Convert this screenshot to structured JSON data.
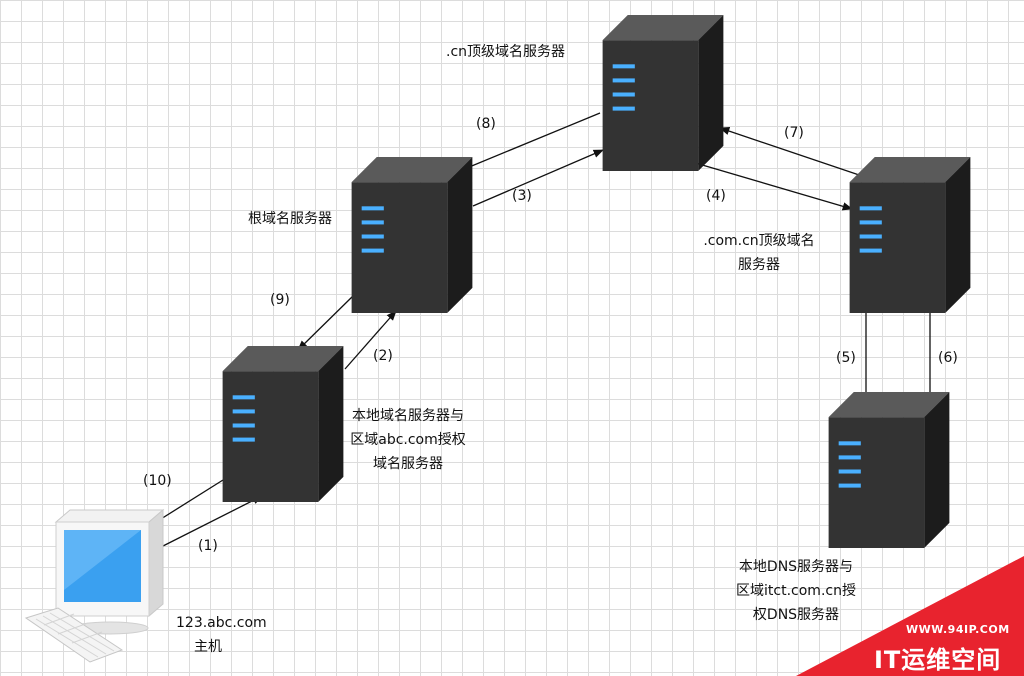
{
  "nodes": {
    "cn_tld": {
      "label": ".cn顶级域名服务器"
    },
    "root": {
      "label": "根域名服务器"
    },
    "comcn_tld": {
      "line1": ".com.cn顶级域名",
      "line2": "服务器"
    },
    "local_abc": {
      "line1": "本地域名服务器与",
      "line2": "区域abc.com授权",
      "line3": "域名服务器"
    },
    "local_itct": {
      "line1": "本地DNS服务器与",
      "line2": "区域itct.com.cn授",
      "line3": "权DNS服务器"
    },
    "host": {
      "line1": "123.abc.com",
      "line2": "主机"
    }
  },
  "steps": [
    "(1)",
    "(2)",
    "(3)",
    "(4)",
    "(5)",
    "(6)",
    "(7)",
    "(8)",
    "(9)",
    "(10)"
  ],
  "watermark": {
    "url": "WWW.94IP.COM",
    "title": "IT运维空间",
    "color": "#e8232e"
  }
}
